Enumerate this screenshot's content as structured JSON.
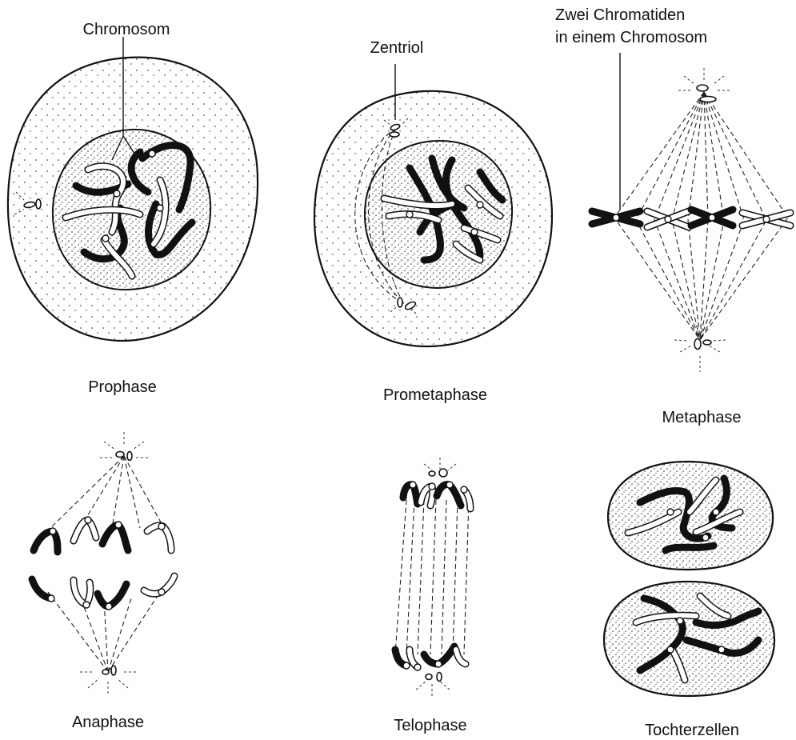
{
  "stages": {
    "prophase": "Prophase",
    "prometaphase": "Prometaphase",
    "metaphase": "Metaphase",
    "anaphase": "Anaphase",
    "telophase": "Telophase",
    "daughter_cells": "Tochterzellen"
  },
  "callouts": {
    "chromosome": "Chromosom",
    "centriole": "Zentriol",
    "chromatids_line1": "Zwei Chromatiden",
    "chromatids_line2": "in einem Chromosom"
  }
}
